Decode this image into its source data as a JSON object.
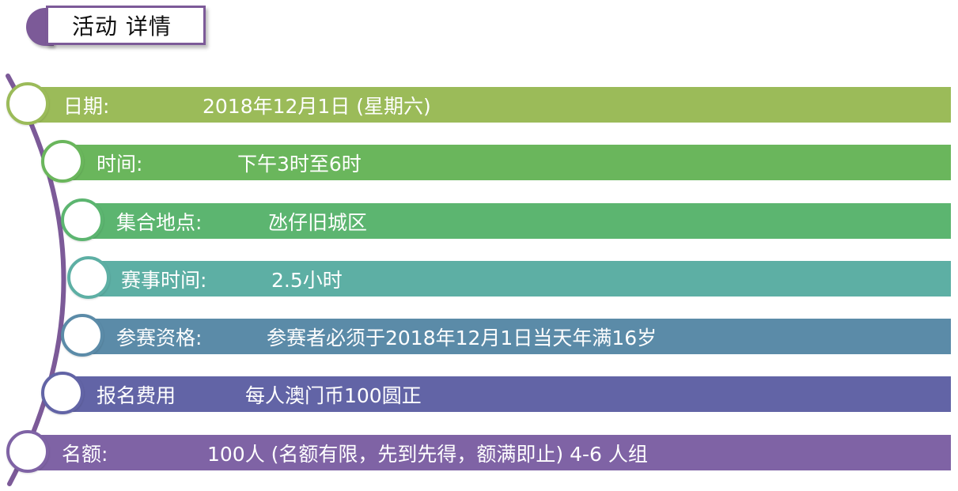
{
  "title": "活动 详情",
  "rows": [
    {
      "label": "日期:",
      "value": "2018年12月1日 (星期六)",
      "color": "#9bbb59"
    },
    {
      "label": "时间:",
      "value": "下午3时至6时",
      "color": "#6ab65c"
    },
    {
      "label": "集合地点:",
      "value": "氹仔旧城区",
      "color": "#5cb570"
    },
    {
      "label": "赛事时间:",
      "value": "2.5小时",
      "color": "#5dafa4"
    },
    {
      "label": "参赛资格:",
      "value": "参赛者必须于2018年12月1日当天年满16岁",
      "color": "#5b8ba8"
    },
    {
      "label": "报名费用",
      "value": "每人澳门币100圆正",
      "color": "#6264a6"
    },
    {
      "label": "名额:",
      "value": "100人 (名额有限，先到先得，额满即止)   4-6 人组",
      "color": "#7f63a5"
    }
  ],
  "accent": "#7c5a98"
}
